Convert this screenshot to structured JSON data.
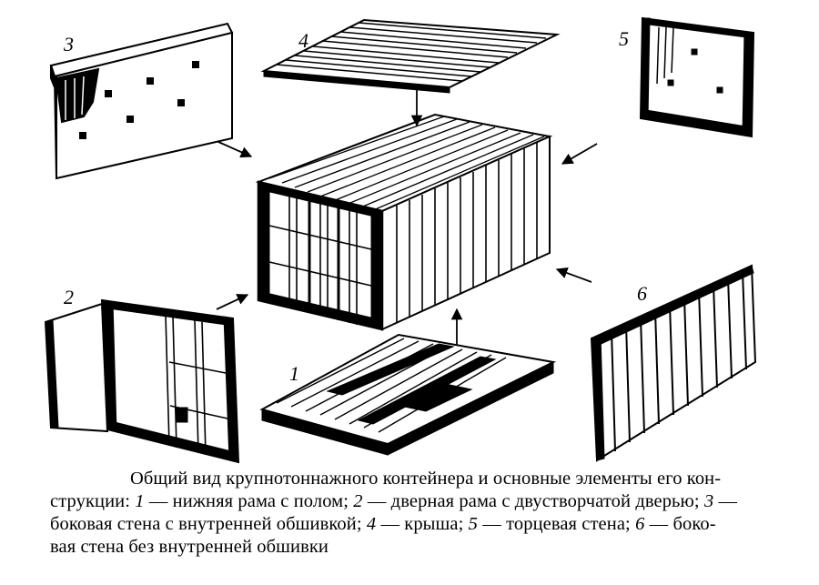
{
  "labels": {
    "p1": "1",
    "p2": "2",
    "p3": "3",
    "p4": "4",
    "p5": "5",
    "p6": "6"
  },
  "caption": {
    "l1": "Общий вид крупнотоннажного контейнера и основные элементы его кон-",
    "l2_a": "струкции: ",
    "l2_n1": "1",
    "l2_b": " — нижняя рама с полом; ",
    "l2_n2": "2",
    "l2_c": " — дверная рама с двустворчатой дверью; ",
    "l2_n3": "3",
    "l2_d": " —",
    "l3_a": "боковая стена с внутренней обшивкой; ",
    "l3_n4": "4",
    "l3_b": " — крыша; ",
    "l3_n5": "5",
    "l3_c": " — торцевая стена; ",
    "l3_n6": "6",
    "l3_d": " — боко-",
    "l4": "вая стена без внутренней обшивки"
  }
}
